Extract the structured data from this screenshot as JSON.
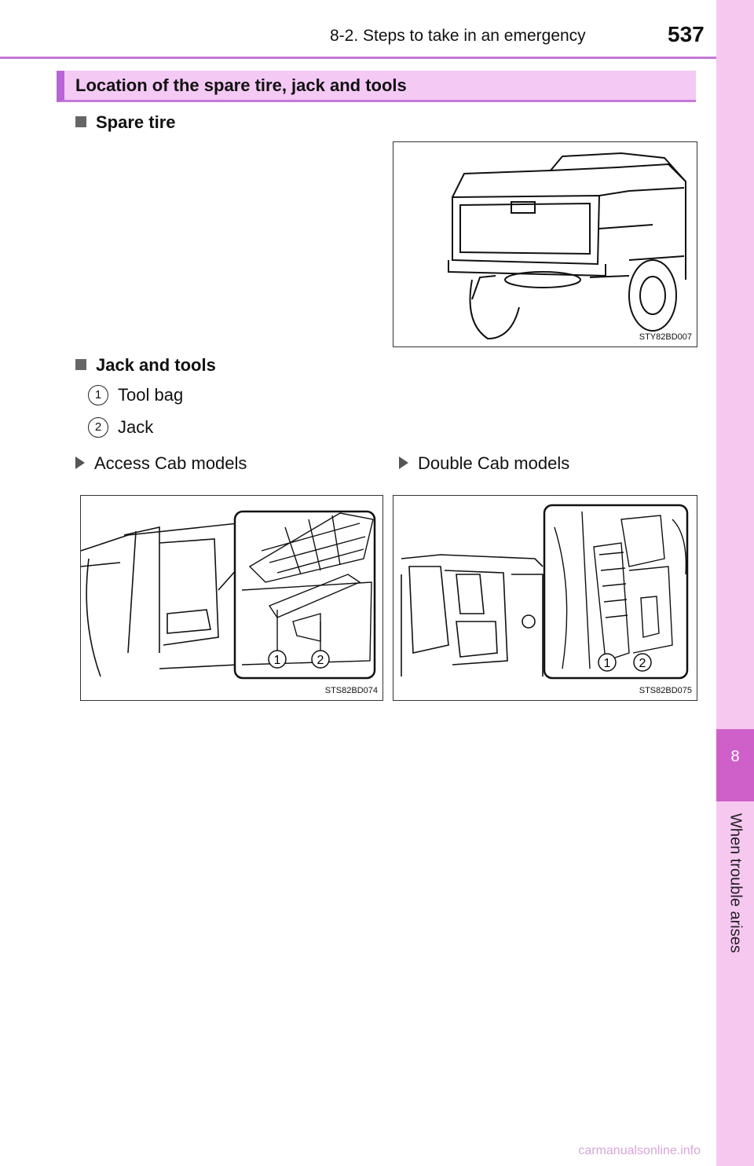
{
  "header": {
    "section": "8-2. Steps to take in an emergency",
    "page_number": "537"
  },
  "side_tab": {
    "chapter_number": "8",
    "chapter_title": "When trouble arises"
  },
  "title": "Location of the spare tire, jack and tools",
  "spare_tire": {
    "heading": "Spare tire",
    "figure_code": "STY82BD007"
  },
  "jack_tools": {
    "heading": "Jack and tools",
    "items": [
      {
        "num": "1",
        "label": "Tool bag"
      },
      {
        "num": "2",
        "label": "Jack"
      }
    ]
  },
  "models": [
    {
      "label": "Access Cab models",
      "figure_code": "STS82BD074",
      "callouts": [
        "1",
        "2"
      ]
    },
    {
      "label": "Double Cab models",
      "figure_code": "STS82BD075",
      "callouts": [
        "1",
        "2"
      ]
    }
  ],
  "watermark": "carmanualsonline.info"
}
